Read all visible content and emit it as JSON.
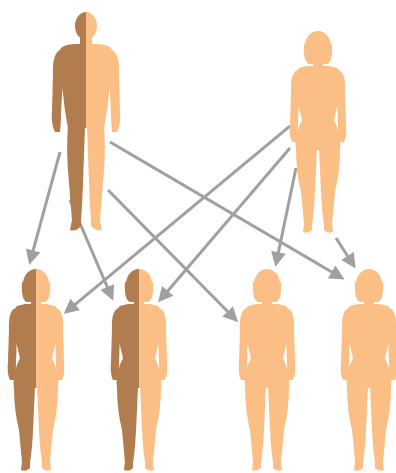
{
  "colors": {
    "light": "#fbbf86",
    "dark": "#b27d4e",
    "arrow": "#a0a0a0",
    "background": "#ffffff"
  },
  "figures": [
    {
      "id": "father",
      "role": "parent",
      "sex": "male",
      "shading": "half-dark"
    },
    {
      "id": "mother",
      "role": "parent",
      "sex": "female",
      "shading": "light"
    },
    {
      "id": "child-1",
      "role": "offspring",
      "sex": "female",
      "shading": "half-dark"
    },
    {
      "id": "child-2",
      "role": "offspring",
      "sex": "female",
      "shading": "half-dark"
    },
    {
      "id": "child-3",
      "role": "offspring",
      "sex": "female",
      "shading": "light"
    },
    {
      "id": "child-4",
      "role": "offspring",
      "sex": "female",
      "shading": "light"
    }
  ],
  "arrows": [
    {
      "from": "father",
      "to": "child-1"
    },
    {
      "from": "father",
      "to": "child-2"
    },
    {
      "from": "father",
      "to": "child-3"
    },
    {
      "from": "father",
      "to": "child-4"
    },
    {
      "from": "mother",
      "to": "child-1"
    },
    {
      "from": "mother",
      "to": "child-2"
    },
    {
      "from": "mother",
      "to": "child-3"
    },
    {
      "from": "mother",
      "to": "child-4"
    }
  ]
}
